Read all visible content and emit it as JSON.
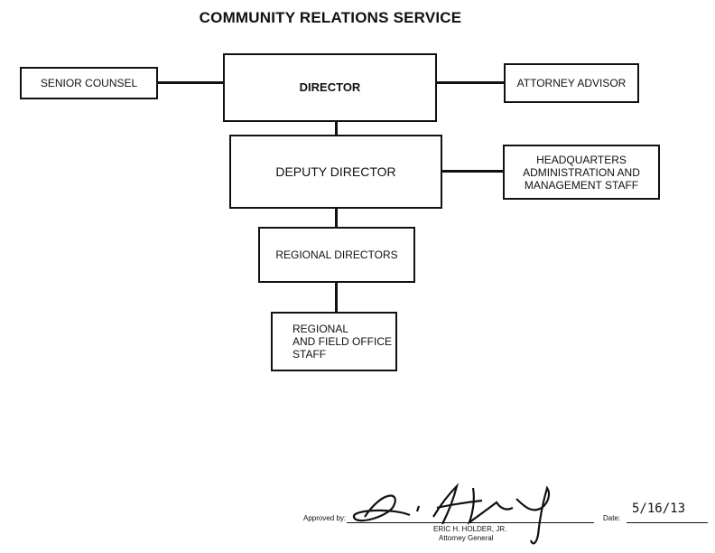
{
  "title": "COMMUNITY RELATIONS SERVICE",
  "boxes": {
    "senior_counsel": "SENIOR COUNSEL",
    "director": "DIRECTOR",
    "attorney_advisor": "ATTORNEY ADVISOR",
    "deputy_director": "DEPUTY DIRECTOR",
    "hq_lines": [
      "HEADQUARTERS",
      "ADMINISTRATION AND",
      "MANAGEMENT STAFF"
    ],
    "regional_directors": "REGIONAL DIRECTORS",
    "field_lines": [
      "REGIONAL",
      "AND FIELD OFFICE",
      "STAFF"
    ]
  },
  "approval": {
    "approved_by_label": "Approved by:",
    "signer_name": "ERIC H. HOLDER, JR.",
    "signer_title": "Attorney General",
    "date_label": "Date:",
    "date_value": "5/16/13"
  }
}
